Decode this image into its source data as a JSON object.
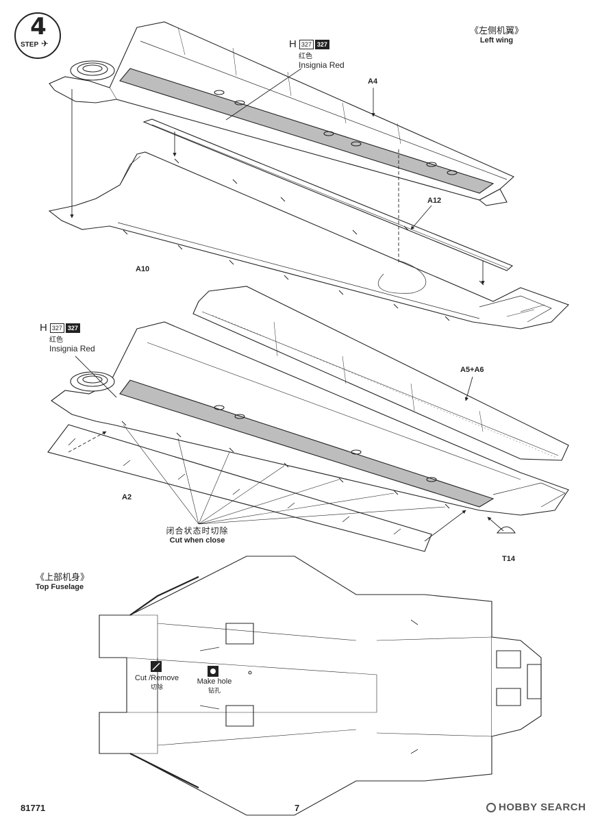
{
  "step": {
    "number": "4",
    "label": "STEP"
  },
  "left_wing": {
    "title_cn": "《左侧机翼》",
    "title_en": "Left wing"
  },
  "paint": {
    "prefix": "H",
    "code_a": "327",
    "code_b": "327",
    "name_cn": "红色",
    "name_en": "Insignia Red"
  },
  "parts": {
    "a4": "A4",
    "a12": "A12",
    "a10": "A10",
    "a5a6": "A5+A6",
    "a2": "A2",
    "t14": "T14"
  },
  "cut_note": {
    "cn": "闭合状态时切除",
    "en": "Cut when close"
  },
  "top_fuselage": {
    "title_cn": "《上部机身》",
    "title_en": "Top Fuselage"
  },
  "legend": {
    "cut_remove": {
      "en": "Cut /Remove",
      "cn": "切除"
    },
    "make_hole": {
      "en": "Make hole",
      "cn": "钻孔"
    }
  },
  "footer": {
    "code": "81771",
    "page": "7"
  },
  "watermark": {
    "text": "HOBBY SEARCH"
  }
}
